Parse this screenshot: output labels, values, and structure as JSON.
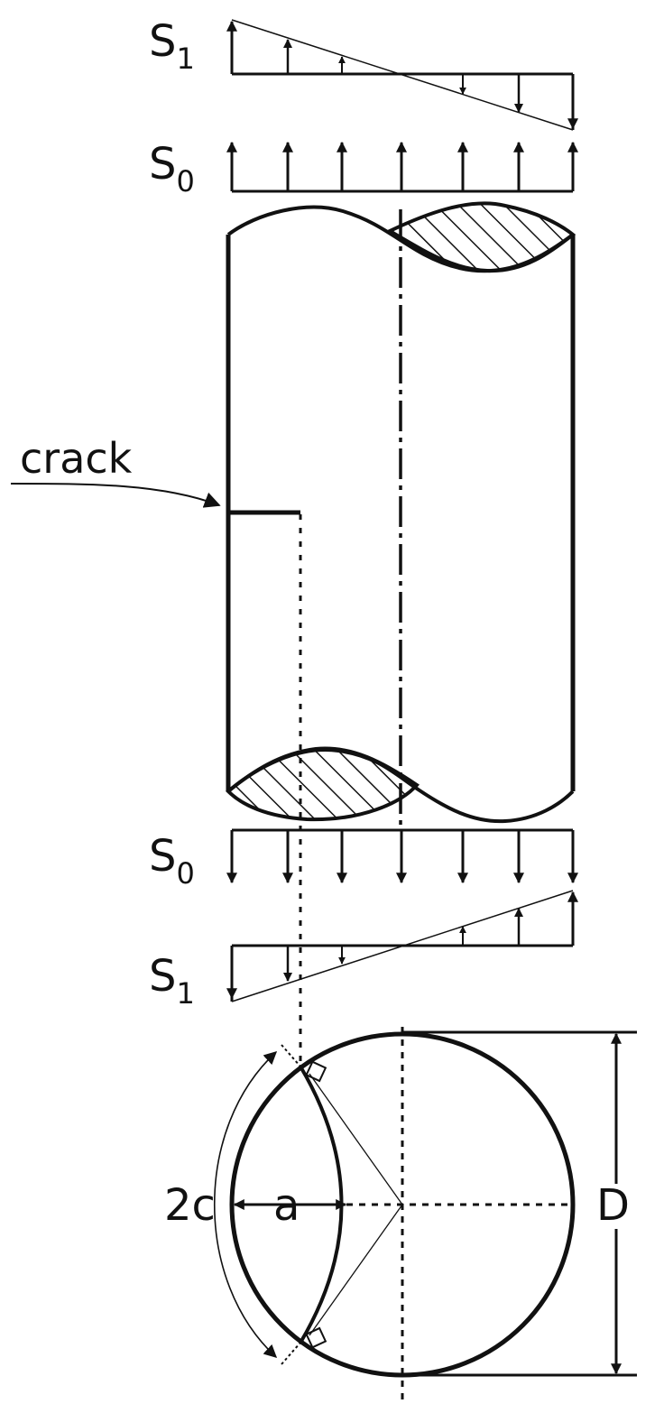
{
  "labels": {
    "s1_top": "S",
    "s1_top_sub": "1",
    "s0_top": "S",
    "s0_top_sub": "0",
    "s0_bottom": "S",
    "s0_bottom_sub": "0",
    "s1_bottom": "S",
    "s1_bottom_sub": "1",
    "crack": "crack",
    "two_c": "2c",
    "a": "a",
    "d": "D"
  },
  "colors": {
    "line": "#111111",
    "background": "#ffffff"
  }
}
